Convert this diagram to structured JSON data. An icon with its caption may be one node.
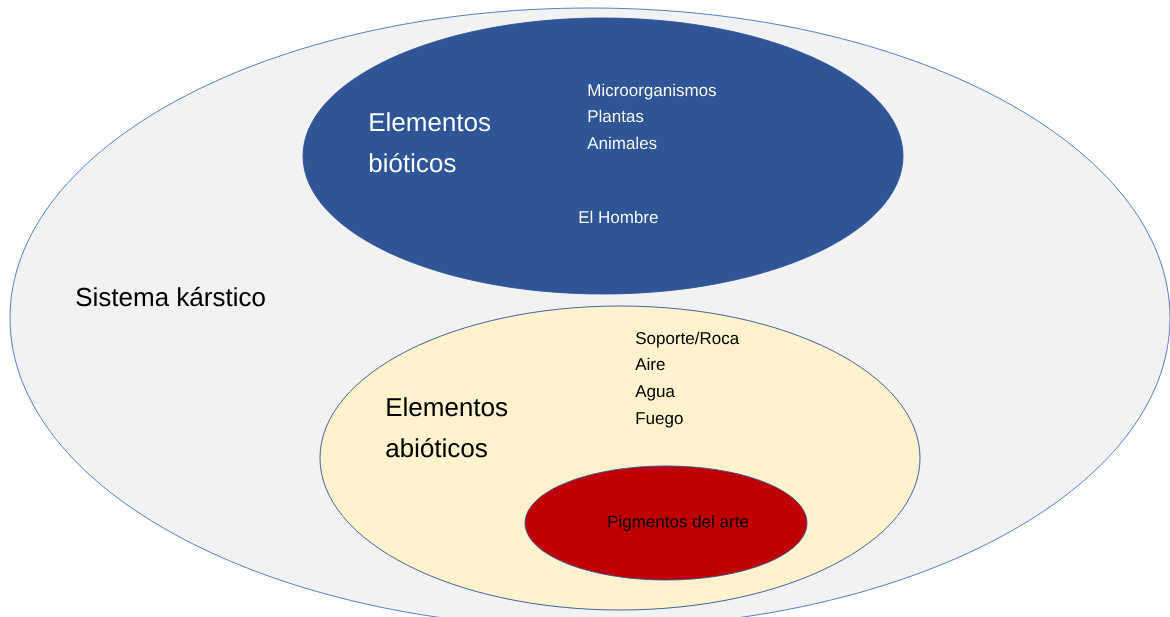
{
  "diagram": {
    "nodes": [
      {
        "text": [
          "Sistema kárstico"
        ]
      },
      {
        "text": [
          "Elementos bióticos",
          "Microorganismos",
          "Plantas",
          "Animales",
          "El Hombre"
        ],
        "in": 0
      },
      {
        "text": [
          "Elementos abióticos",
          "Soporte/Roca",
          "Aire",
          "Agua",
          "Fuego"
        ],
        "in": 0
      },
      {
        "text": [
          "Pigmentos del arte"
        ],
        "in": 2
      }
    ]
  }
}
